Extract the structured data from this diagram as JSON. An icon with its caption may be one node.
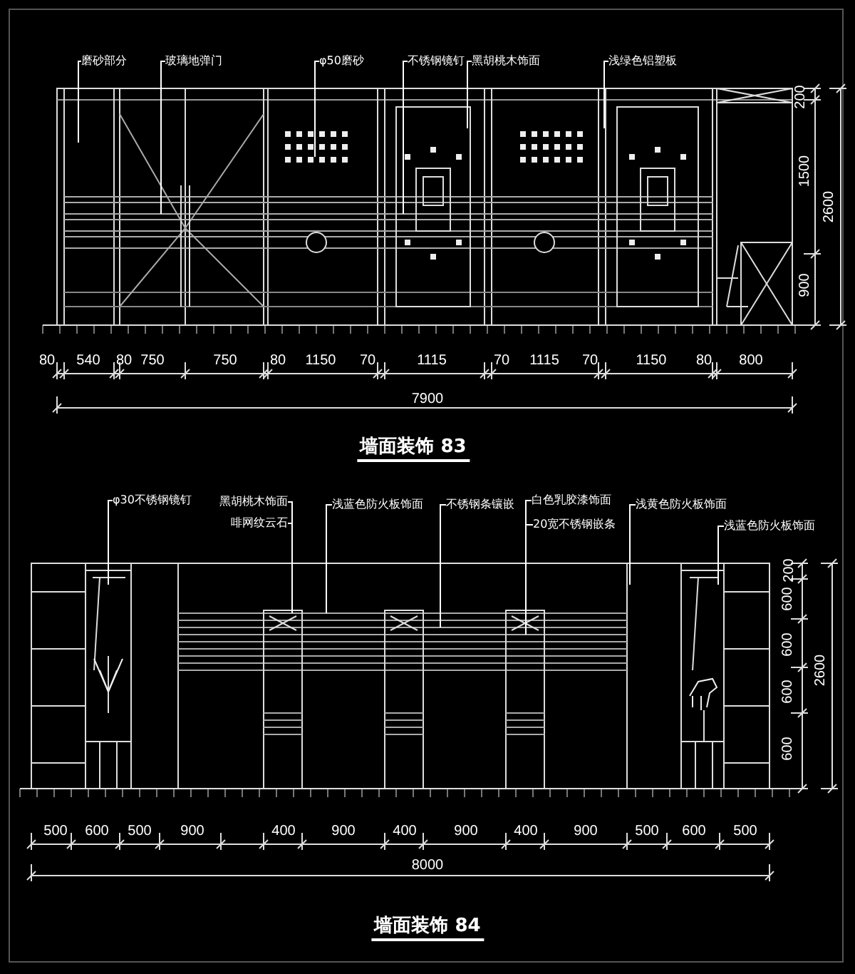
{
  "diagram": {
    "nodes": [
      {
        "text": [
          "磨砂部分"
        ]
      },
      {
        "text": [
          "玻璃地弹门"
        ]
      },
      {
        "text": [
          "φ50磨砂"
        ]
      },
      {
        "text": [
          "不锈钢镜钉"
        ]
      },
      {
        "text": [
          "黑胡桃木饰面"
        ]
      },
      {
        "text": [
          "浅绿色铝塑板"
        ]
      },
      {
        "text": [
          "φ30不锈钢镜钉"
        ]
      },
      {
        "text": [
          "黑胡桃木饰面"
        ]
      },
      {
        "text": [
          "啡网纹云石"
        ]
      },
      {
        "text": [
          "浅蓝色防火板饰面"
        ]
      },
      {
        "text": [
          "不锈钢条镶嵌"
        ]
      },
      {
        "text": [
          "白色乳胶漆饰面"
        ]
      },
      {
        "text": [
          "20宽不锈钢嵌条"
        ]
      },
      {
        "text": [
          "浅黄色防火板饰面"
        ]
      },
      {
        "text": [
          "浅蓝色防火板饰面"
        ]
      }
    ],
    "edges": [
      {
        "from": 0,
        "to": null,
        "arrow": "none"
      },
      {
        "from": 1,
        "to": null,
        "arrow": "none"
      },
      {
        "from": 2,
        "to": null,
        "arrow": "none"
      },
      {
        "from": 3,
        "to": null,
        "arrow": "none"
      },
      {
        "from": 4,
        "to": null,
        "arrow": "none"
      },
      {
        "from": 5,
        "to": null,
        "arrow": "none"
      },
      {
        "from": 6,
        "to": null,
        "arrow": "none"
      },
      {
        "from": 7,
        "to": null,
        "arrow": "none"
      },
      {
        "from": 8,
        "to": null,
        "arrow": "none"
      },
      {
        "from": 9,
        "to": null,
        "arrow": "none"
      },
      {
        "from": 10,
        "to": null,
        "arrow": "none"
      },
      {
        "from": 11,
        "to": null,
        "arrow": "none"
      },
      {
        "from": 12,
        "to": null,
        "arrow": "none"
      },
      {
        "from": 13,
        "to": null,
        "arrow": "none"
      },
      {
        "from": 14,
        "to": null,
        "arrow": "none"
      }
    ],
    "labels": [
      "200",
      "1500",
      "2600",
      "900",
      "80",
      "540",
      "80",
      "750",
      "750",
      "80",
      "1150",
      "70",
      "1115",
      "70",
      "1115",
      "70",
      "1150",
      "80",
      "800",
      "7900",
      "墙面装饰 83",
      "200",
      "600",
      "600",
      "2600",
      "600",
      "600",
      "500",
      "600",
      "500",
      "900",
      "400",
      "900",
      "400",
      "900",
      "400",
      "900",
      "500",
      "600",
      "500",
      "8000",
      "墙面装饰 84"
    ]
  }
}
